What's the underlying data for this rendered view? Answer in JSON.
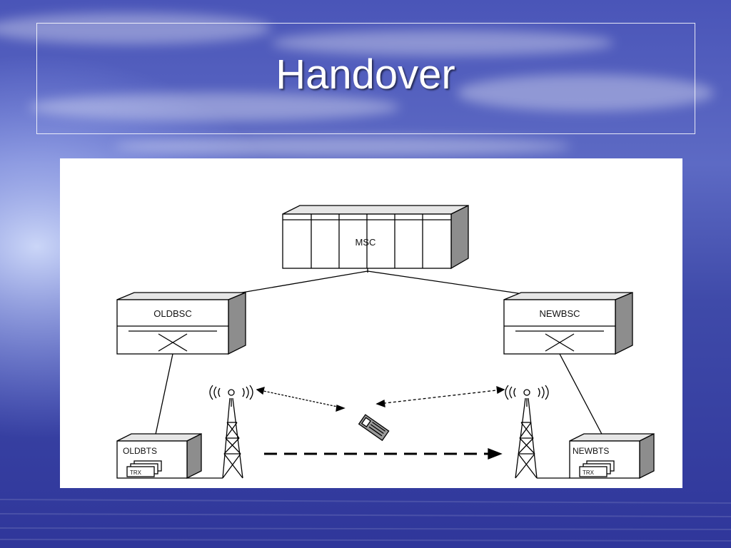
{
  "slide": {
    "title": "Handover"
  },
  "diagram": {
    "msc_label": "MSC",
    "old_bsc_label": "OLDBSC",
    "new_bsc_label": "NEWBSC",
    "old_bts_label": "OLDBTS",
    "new_bts_label": "NEWBTS",
    "trx_label": "TRX"
  },
  "colors": {
    "background": "#3a43a8",
    "title": "#ffffff",
    "panel": "#ffffff",
    "stroke": "#000000"
  }
}
